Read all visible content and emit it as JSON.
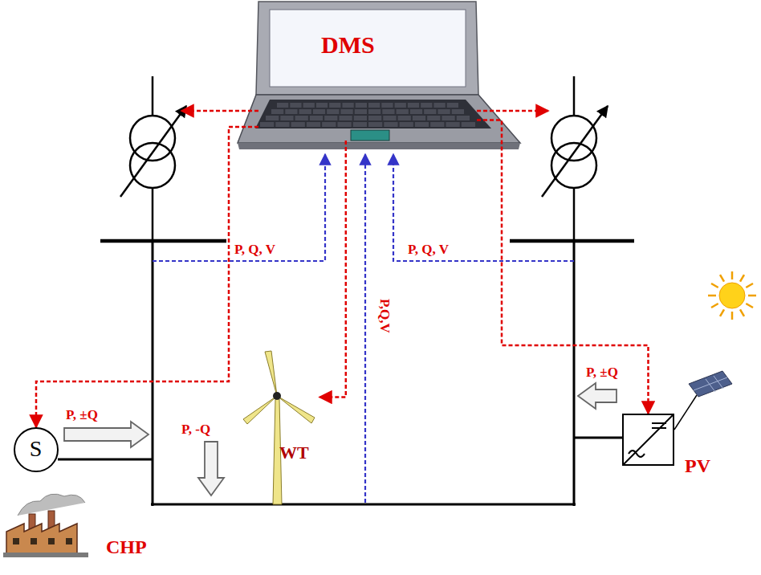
{
  "diagram": {
    "nodes": [
      {
        "text": [
          "DMS"
        ]
      },
      {
        "text": [
          "S"
        ]
      },
      {
        "text": [
          "WT"
        ]
      },
      {
        "text": [
          "PV"
        ]
      }
    ],
    "edges": [
      {
        "from": 0,
        "to": 1,
        "arrow": "to"
      },
      {
        "from": 0,
        "to": 2,
        "arrow": "to"
      },
      {
        "from": 0,
        "to": 3,
        "arrow": "to"
      }
    ],
    "labels": [
      "P, Q, V",
      "P, Q, V",
      "P,Q,V",
      "P, ±Q",
      "P, -Q",
      "P, ±Q",
      "CHP"
    ]
  }
}
